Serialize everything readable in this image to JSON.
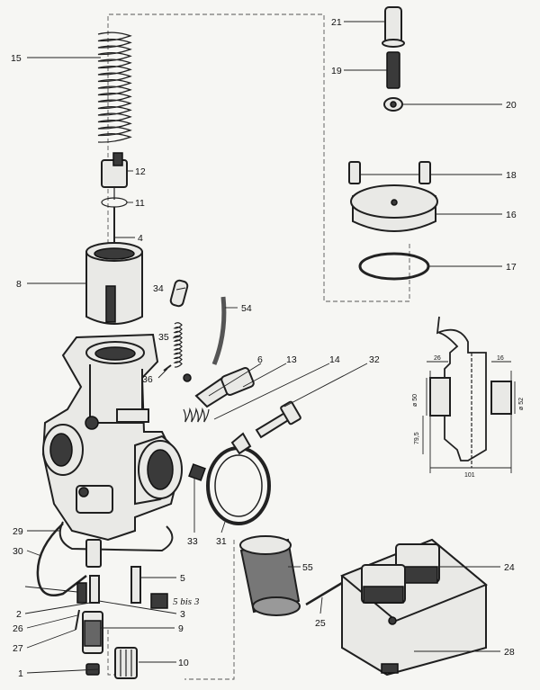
{
  "callouts": [
    "1",
    "2",
    "3",
    "4",
    "5",
    "6",
    "8",
    "9",
    "10",
    "11",
    "12",
    "13",
    "14",
    "15",
    "16",
    "17",
    "18",
    "19",
    "20",
    "21",
    "24",
    "25",
    "26",
    "27",
    "28",
    "29",
    "30",
    "31",
    "32",
    "33",
    "34",
    "35",
    "36",
    "54",
    "55"
  ],
  "dimensions": {
    "d26": "26",
    "d16": "16",
    "d50": "ø 50",
    "d52": "ø 52",
    "d795": "79,5",
    "d101": "101"
  },
  "handwritten_note": "5 bis 3"
}
